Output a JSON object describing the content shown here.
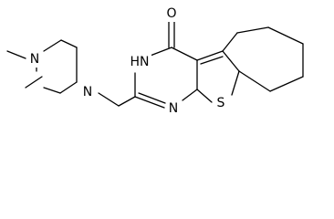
{
  "molecule": {
    "atoms": {
      "oxygen": "O",
      "nh": "HN",
      "n_pyrimidine": "N",
      "sulfur": "S",
      "n_piperazine_methyl": "N",
      "n_piperazine_link": "N"
    }
  },
  "colors": {
    "bond": "#000000",
    "label": "#000000",
    "background": "#ffffff"
  }
}
